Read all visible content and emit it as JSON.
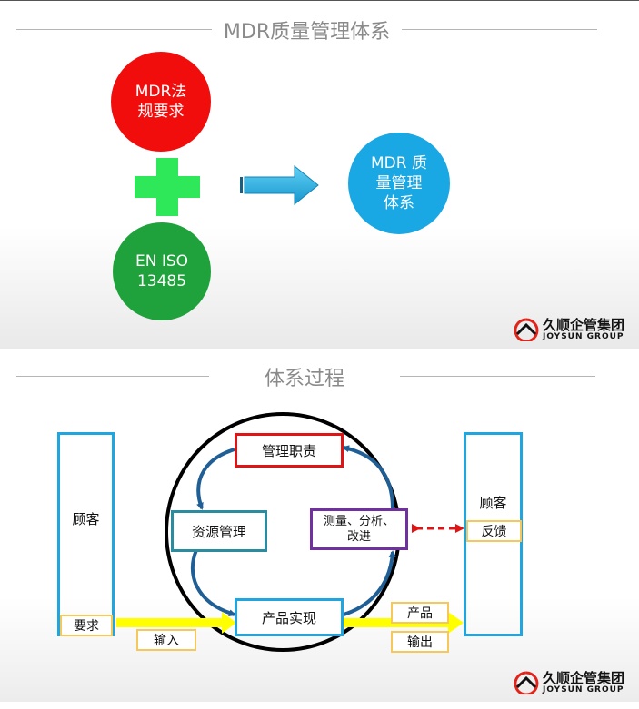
{
  "slide1": {
    "title": "MDR质量管理体系",
    "circle_mdr": {
      "line1": "MDR法",
      "line2": "规要求"
    },
    "circle_en": {
      "line1": "EN ISO",
      "line2": "13485"
    },
    "circle_result": {
      "line1": "MDR 质",
      "line2": "量管理",
      "line3": "体系"
    },
    "logo": {
      "cn": "久顺企管集团",
      "en": "JOYSUN GROUP"
    }
  },
  "slide2": {
    "title": "体系过程",
    "customer_left": "顾客",
    "customer_right": "顾客",
    "requirement": "要求",
    "feedback": "反馈",
    "input": "输入",
    "output_product": "产品",
    "output": "输出",
    "mgmt_responsibility": "管理职责",
    "resource_mgmt": "资源管理",
    "measure_line1": "测量、分析、",
    "measure_line2": "改进",
    "product_realization": "产品实现",
    "logo": {
      "cn": "久顺企管集团",
      "en": "JOYSUN GROUP"
    }
  },
  "colors": {
    "red": "#f20d0d",
    "green": "#1fa23c",
    "plus_green": "#2ee85a",
    "blue": "#1aa8e4",
    "customer_border": "#1fa6e0",
    "mgmt_border": "#e01414",
    "resource_border": "#2b8ca0",
    "measure_border": "#7030a0",
    "product_border": "#1fa6e0",
    "label_border": "#f6c75a",
    "yellow_arrow": "#ffff00"
  }
}
